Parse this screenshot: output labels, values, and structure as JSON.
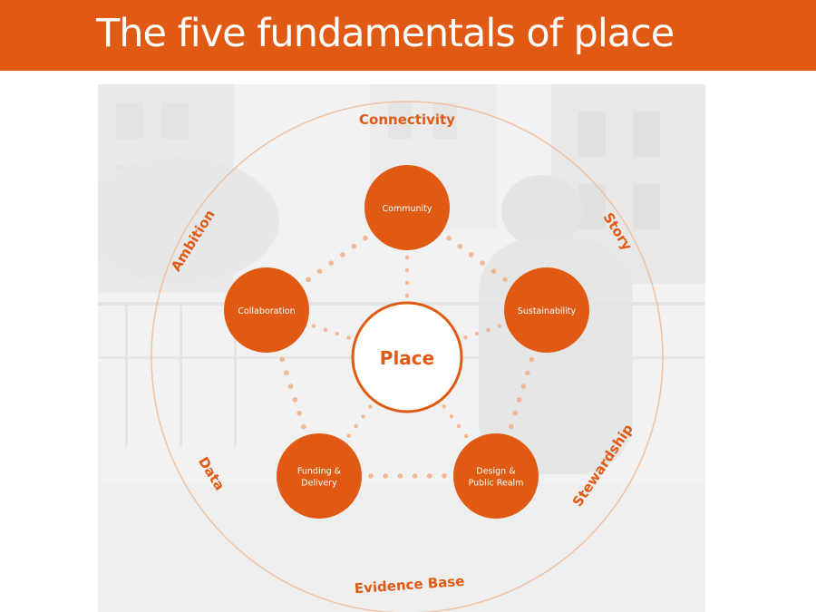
{
  "header": {
    "title": "The five fundamentals of place"
  },
  "diagram": {
    "center": "Place",
    "nodes": [
      {
        "id": "community",
        "lines": [
          "Community"
        ]
      },
      {
        "id": "sustainability",
        "lines": [
          "Sustainability"
        ]
      },
      {
        "id": "design",
        "lines": [
          "Design &",
          "Public Realm"
        ]
      },
      {
        "id": "funding",
        "lines": [
          "Funding &",
          "Delivery"
        ]
      },
      {
        "id": "collaboration",
        "lines": [
          "Collaboration"
        ]
      }
    ],
    "ring_labels": [
      {
        "id": "connectivity",
        "text": "Connectivity"
      },
      {
        "id": "story",
        "text": "Story"
      },
      {
        "id": "stewardship",
        "text": "Stewardship"
      },
      {
        "id": "evidence-base",
        "text": "Evidence Base"
      },
      {
        "id": "data",
        "text": "Data"
      },
      {
        "id": "ambition",
        "text": "Ambition"
      }
    ],
    "colors": {
      "accent": "#e05a14",
      "dots": "#f2b896",
      "ring": "#f0c2a4",
      "text_on_accent": "#ffffff"
    }
  }
}
